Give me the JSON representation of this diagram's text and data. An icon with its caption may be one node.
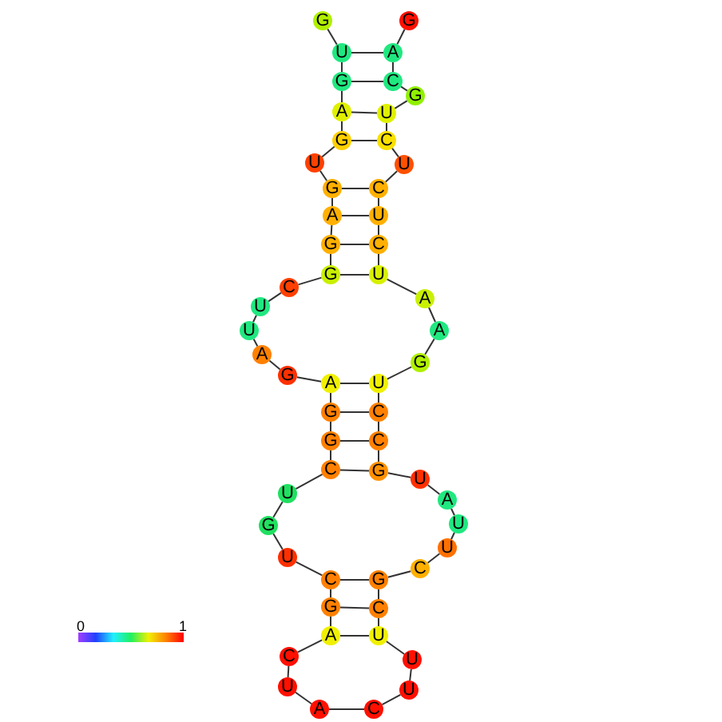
{
  "diagram": {
    "nodes": [
      {
        "text": [
          "G"
        ]
      },
      {
        "text": [
          "U"
        ]
      },
      {
        "text": [
          "G"
        ]
      },
      {
        "text": [
          "A"
        ]
      },
      {
        "text": [
          "G"
        ]
      },
      {
        "text": [
          "U"
        ]
      },
      {
        "text": [
          "G"
        ]
      },
      {
        "text": [
          "A"
        ]
      },
      {
        "text": [
          "G"
        ]
      },
      {
        "text": [
          "G"
        ]
      },
      {
        "text": [
          "C"
        ]
      },
      {
        "text": [
          "U"
        ]
      },
      {
        "text": [
          "U"
        ]
      },
      {
        "text": [
          "A"
        ]
      },
      {
        "text": [
          "G"
        ]
      },
      {
        "text": [
          "A"
        ]
      },
      {
        "text": [
          "G"
        ]
      },
      {
        "text": [
          "G"
        ]
      },
      {
        "text": [
          "C"
        ]
      },
      {
        "text": [
          "U"
        ]
      },
      {
        "text": [
          "G"
        ]
      },
      {
        "text": [
          "U"
        ]
      },
      {
        "text": [
          "C"
        ]
      },
      {
        "text": [
          "G"
        ]
      },
      {
        "text": [
          "A"
        ]
      },
      {
        "text": [
          "C"
        ]
      },
      {
        "text": [
          "U"
        ]
      },
      {
        "text": [
          "A"
        ]
      },
      {
        "text": [
          "C"
        ]
      },
      {
        "text": [
          "U"
        ]
      },
      {
        "text": [
          "U"
        ]
      },
      {
        "text": [
          "U"
        ]
      },
      {
        "text": [
          "C"
        ]
      },
      {
        "text": [
          "G"
        ]
      },
      {
        "text": [
          "C"
        ]
      },
      {
        "text": [
          "U"
        ]
      },
      {
        "text": [
          "U"
        ]
      },
      {
        "text": [
          "A"
        ]
      },
      {
        "text": [
          "U"
        ]
      },
      {
        "text": [
          "G"
        ]
      },
      {
        "text": [
          "C"
        ]
      },
      {
        "text": [
          "C"
        ]
      },
      {
        "text": [
          "U"
        ]
      },
      {
        "text": [
          "G"
        ]
      },
      {
        "text": [
          "A"
        ]
      },
      {
        "text": [
          "A"
        ]
      },
      {
        "text": [
          "U"
        ]
      },
      {
        "text": [
          "C"
        ]
      },
      {
        "text": [
          "U"
        ]
      },
      {
        "text": [
          "C"
        ]
      },
      {
        "text": [
          "U"
        ]
      },
      {
        "text": [
          "C"
        ]
      },
      {
        "text": [
          "U"
        ]
      },
      {
        "text": [
          "G"
        ]
      },
      {
        "text": [
          "C"
        ]
      },
      {
        "text": [
          "A"
        ]
      },
      {
        "text": [
          "G"
        ]
      }
    ],
    "edges": [
      {
        "from": 0,
        "to": 1,
        "arrow": "none"
      },
      {
        "from": 1,
        "to": 2,
        "arrow": "none"
      },
      {
        "from": 2,
        "to": 3,
        "arrow": "none"
      },
      {
        "from": 3,
        "to": 4,
        "arrow": "none"
      },
      {
        "from": 4,
        "to": 5,
        "arrow": "none"
      },
      {
        "from": 5,
        "to": 6,
        "arrow": "none"
      },
      {
        "from": 6,
        "to": 7,
        "arrow": "none"
      },
      {
        "from": 7,
        "to": 8,
        "arrow": "none"
      },
      {
        "from": 8,
        "to": 9,
        "arrow": "none"
      },
      {
        "from": 9,
        "to": 10,
        "arrow": "none"
      },
      {
        "from": 10,
        "to": 11,
        "arrow": "none"
      },
      {
        "from": 11,
        "to": 12,
        "arrow": "none"
      },
      {
        "from": 12,
        "to": 13,
        "arrow": "none"
      },
      {
        "from": 13,
        "to": 14,
        "arrow": "none"
      },
      {
        "from": 14,
        "to": 15,
        "arrow": "none"
      },
      {
        "from": 15,
        "to": 16,
        "arrow": "none"
      },
      {
        "from": 16,
        "to": 17,
        "arrow": "none"
      },
      {
        "from": 17,
        "to": 18,
        "arrow": "none"
      },
      {
        "from": 18,
        "to": 19,
        "arrow": "none"
      },
      {
        "from": 19,
        "to": 20,
        "arrow": "none"
      },
      {
        "from": 20,
        "to": 21,
        "arrow": "none"
      },
      {
        "from": 21,
        "to": 22,
        "arrow": "none"
      },
      {
        "from": 22,
        "to": 23,
        "arrow": "none"
      },
      {
        "from": 23,
        "to": 24,
        "arrow": "none"
      },
      {
        "from": 24,
        "to": 25,
        "arrow": "none"
      },
      {
        "from": 25,
        "to": 26,
        "arrow": "none"
      },
      {
        "from": 26,
        "to": 27,
        "arrow": "none"
      },
      {
        "from": 27,
        "to": 28,
        "arrow": "none"
      },
      {
        "from": 28,
        "to": 29,
        "arrow": "none"
      },
      {
        "from": 29,
        "to": 30,
        "arrow": "none"
      },
      {
        "from": 30,
        "to": 31,
        "arrow": "none"
      },
      {
        "from": 31,
        "to": 32,
        "arrow": "none"
      },
      {
        "from": 32,
        "to": 33,
        "arrow": "none"
      },
      {
        "from": 33,
        "to": 34,
        "arrow": "none"
      },
      {
        "from": 34,
        "to": 35,
        "arrow": "none"
      },
      {
        "from": 35,
        "to": 36,
        "arrow": "none"
      },
      {
        "from": 36,
        "to": 37,
        "arrow": "none"
      },
      {
        "from": 37,
        "to": 38,
        "arrow": "none"
      },
      {
        "from": 38,
        "to": 39,
        "arrow": "none"
      },
      {
        "from": 39,
        "to": 40,
        "arrow": "none"
      },
      {
        "from": 40,
        "to": 41,
        "arrow": "none"
      },
      {
        "from": 41,
        "to": 42,
        "arrow": "none"
      },
      {
        "from": 42,
        "to": 43,
        "arrow": "none"
      },
      {
        "from": 43,
        "to": 44,
        "arrow": "none"
      },
      {
        "from": 44,
        "to": 45,
        "arrow": "none"
      },
      {
        "from": 45,
        "to": 46,
        "arrow": "none"
      },
      {
        "from": 46,
        "to": 47,
        "arrow": "none"
      },
      {
        "from": 47,
        "to": 48,
        "arrow": "none"
      },
      {
        "from": 48,
        "to": 49,
        "arrow": "none"
      },
      {
        "from": 49,
        "to": 50,
        "arrow": "none"
      },
      {
        "from": 50,
        "to": 51,
        "arrow": "none"
      },
      {
        "from": 51,
        "to": 52,
        "arrow": "none"
      },
      {
        "from": 52,
        "to": 53,
        "arrow": "none"
      },
      {
        "from": 53,
        "to": 54,
        "arrow": "none"
      },
      {
        "from": 54,
        "to": 55,
        "arrow": "none"
      },
      {
        "from": 55,
        "to": 56,
        "arrow": "none"
      },
      {
        "from": 1,
        "to": 55,
        "arrow": "none"
      },
      {
        "from": 2,
        "to": 54,
        "arrow": "none"
      },
      {
        "from": 3,
        "to": 52,
        "arrow": "none"
      },
      {
        "from": 4,
        "to": 51,
        "arrow": "none"
      },
      {
        "from": 6,
        "to": 49,
        "arrow": "none"
      },
      {
        "from": 7,
        "to": 48,
        "arrow": "none"
      },
      {
        "from": 8,
        "to": 47,
        "arrow": "none"
      },
      {
        "from": 9,
        "to": 46,
        "arrow": "none"
      },
      {
        "from": 15,
        "to": 42,
        "arrow": "none"
      },
      {
        "from": 16,
        "to": 41,
        "arrow": "none"
      },
      {
        "from": 17,
        "to": 40,
        "arrow": "none"
      },
      {
        "from": 18,
        "to": 39,
        "arrow": "none"
      },
      {
        "from": 22,
        "to": 33,
        "arrow": "none"
      },
      {
        "from": 23,
        "to": 32,
        "arrow": "none"
      },
      {
        "from": 24,
        "to": 31,
        "arrow": "none"
      }
    ],
    "labels": [
      "0",
      "1"
    ]
  }
}
